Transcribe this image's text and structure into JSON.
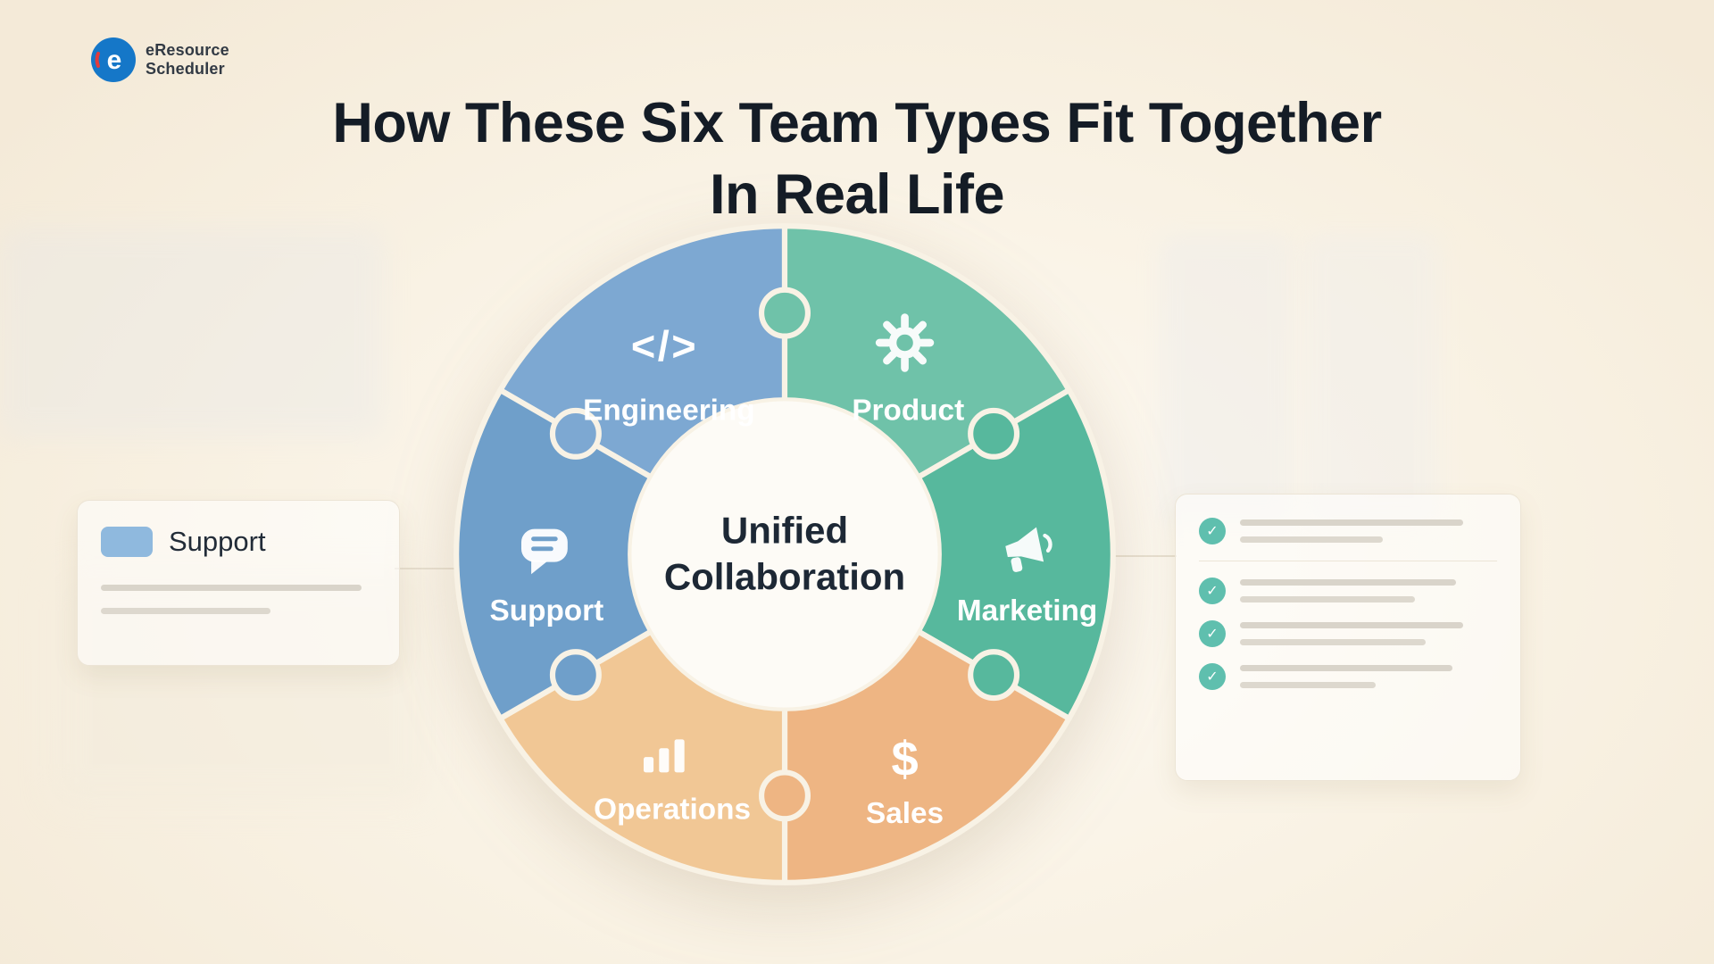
{
  "logo": {
    "letter": "e",
    "name_line1": "eResource",
    "name_line2": "Scheduler"
  },
  "title": {
    "line1": "How These Six Team Types Fit Together",
    "line2": "In Real Life"
  },
  "diagram": {
    "center": {
      "line1": "Unified",
      "line2": "Collaboration"
    },
    "icons": {
      "code": "</>",
      "dollar": "$"
    },
    "segments": [
      {
        "label": "Engineering",
        "color": "#7da8d2",
        "icon": "code-icon"
      },
      {
        "label": "Product",
        "color": "#6fc2a9",
        "icon": "gear-icon"
      },
      {
        "label": "Marketing",
        "color": "#57b89d",
        "icon": "megaphone-icon"
      },
      {
        "label": "Sales",
        "color": "#eeb583",
        "icon": "dollar-icon"
      },
      {
        "label": "Operations",
        "color": "#f1c795",
        "icon": "bar-chart-icon"
      },
      {
        "label": "Support",
        "color": "#6f9fca",
        "icon": "chat-bubble-icon"
      }
    ]
  },
  "left_card": {
    "label": "Support",
    "swatch_color": "#8fb9de"
  },
  "right_card": {
    "check_glyph": "✓",
    "check_color": "#5fbfae"
  }
}
